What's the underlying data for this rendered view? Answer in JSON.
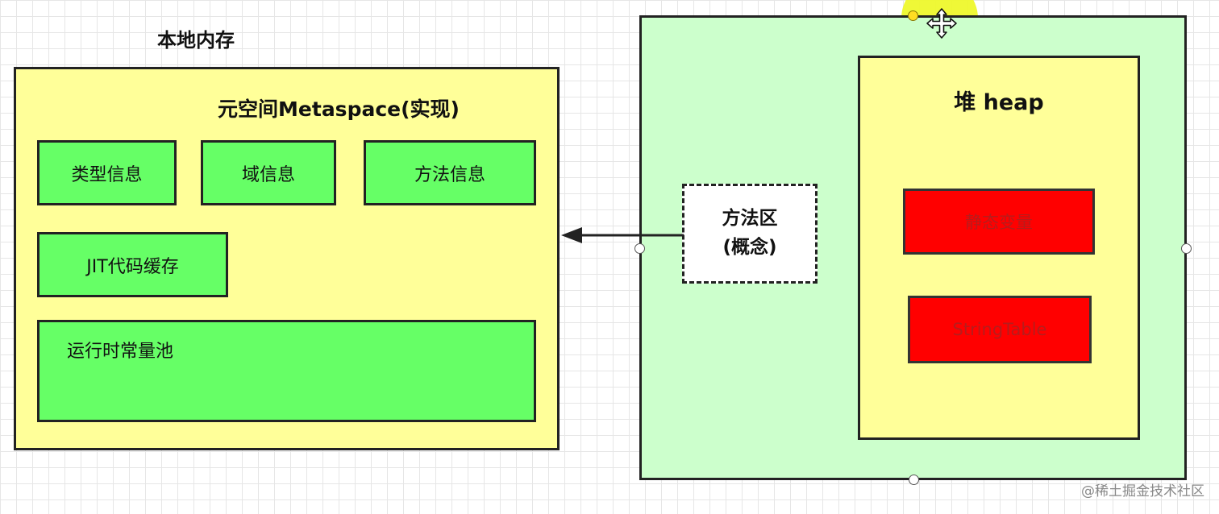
{
  "native_memory": {
    "title": "本地内存"
  },
  "metaspace": {
    "title": "元空间Metaspace(实现)",
    "items": {
      "type_info": "类型信息",
      "field_info": "域信息",
      "method_info": "方法信息",
      "jit_cache": "JIT代码缓存",
      "runtime_constant_pool": "运行时常量池"
    }
  },
  "method_area": {
    "line1": "方法区",
    "line2": "(概念)"
  },
  "heap": {
    "title": "堆 heap",
    "items": {
      "static_vars": "静态变量",
      "string_table": "StringTable"
    }
  },
  "watermark": "@稀土掘金技术社区",
  "colors": {
    "container_yellow": "#ffff99",
    "item_green": "#66ff66",
    "region_lightgreen": "#ccffcc",
    "item_red": "#ff0000",
    "border": "#222222"
  },
  "icons": {
    "cursor": "move-cursor-icon",
    "arrow": "arrowhead-icon"
  }
}
